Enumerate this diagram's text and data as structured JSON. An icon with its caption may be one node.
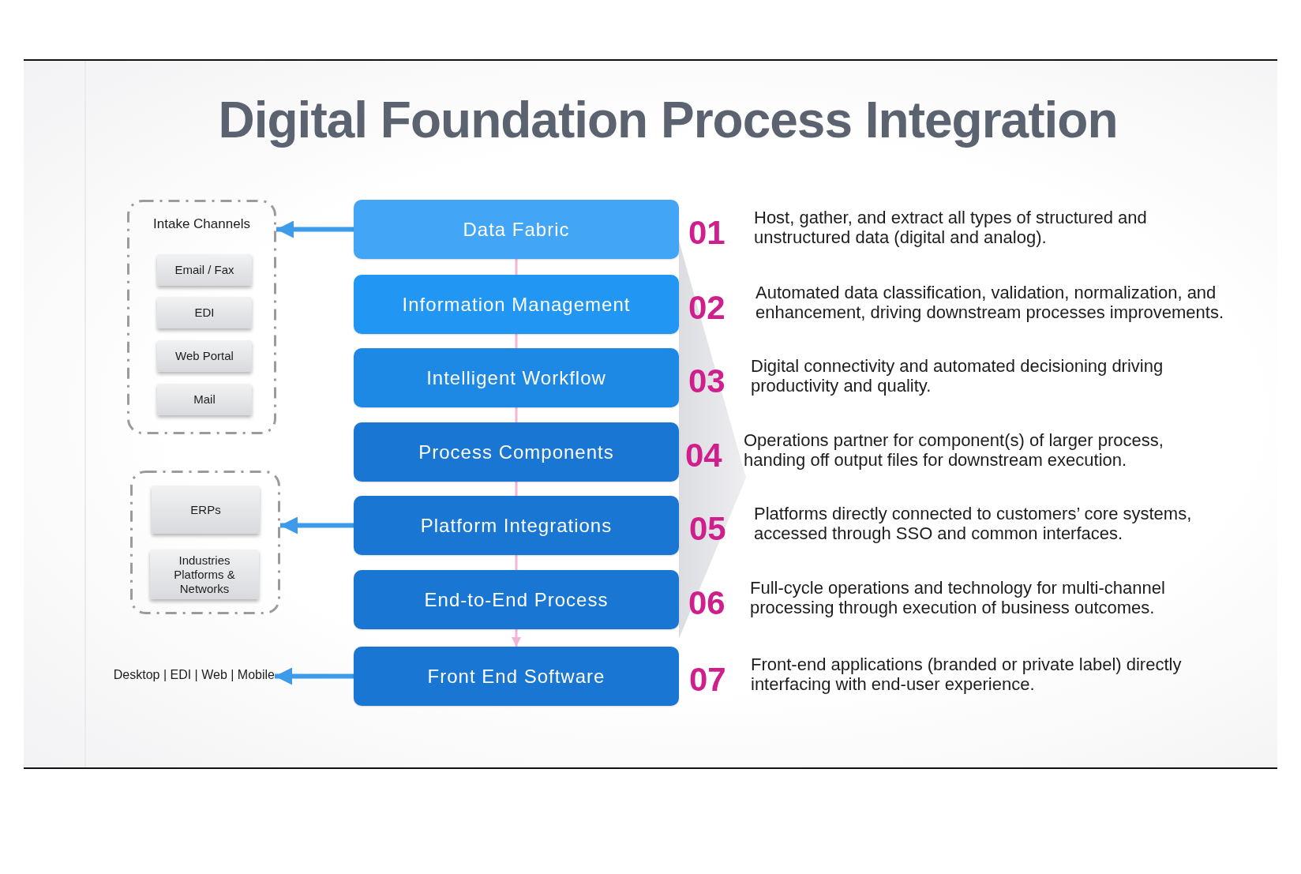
{
  "diagram": {
    "title": "Digital Foundation Process Integration",
    "nodes": [
      {
        "text": [
          "Intake Channels"
        ]
      },
      {
        "text": [
          "Email / Fax"
        ],
        "in": 0
      },
      {
        "text": [
          "EDI"
        ],
        "in": 0
      },
      {
        "text": [
          "Web Portal"
        ],
        "in": 0
      },
      {
        "text": [
          "Mail"
        ],
        "in": 0
      },
      {
        "text": [],
        "shape": "box"
      },
      {
        "text": [
          "ERPs"
        ],
        "in": 5
      },
      {
        "text": [
          "Industries Platforms & Networks"
        ],
        "in": 5
      },
      {
        "text": [
          "Desktop | EDI | Web | Mobile"
        ]
      },
      {
        "text": [
          "Data Fabric"
        ],
        "beside": [
          "01",
          "Host, gather, and extract all types of structured and unstructured data (digital and analog)."
        ]
      },
      {
        "text": [
          "Information Management"
        ],
        "beside": [
          "02",
          "Automated data classification, validation, normalization, and enhancement, driving downstream processes improvements."
        ]
      },
      {
        "text": [
          "Intelligent Workflow"
        ],
        "beside": [
          "03",
          "Digital connectivity and automated decisioning driving productivity and quality."
        ]
      },
      {
        "text": [
          "Process Components"
        ],
        "beside": [
          "04",
          "Operations partner for component(s) of larger process, handing off output files for downstream execution."
        ]
      },
      {
        "text": [
          "Platform Integrations"
        ],
        "beside": [
          "05",
          "Platforms directly connected to customers’ core systems, accessed through SSO and common interfaces."
        ]
      },
      {
        "text": [
          "End-to-End Process"
        ],
        "beside": [
          "06",
          "Full-cycle operations and technology for multi-channel processing through execution of business outcomes."
        ]
      },
      {
        "text": [
          "Front End Software"
        ],
        "beside": [
          "07",
          "Front-end applications (branded or private label) directly interfacing with end-user experience."
        ]
      }
    ],
    "edges": [
      {
        "from": 9,
        "to": 0,
        "arrow": "to",
        "style": "thick",
        "color": "#3d9be9"
      },
      {
        "from": 9,
        "to": 10,
        "arrow": "none"
      },
      {
        "from": 10,
        "to": 11,
        "arrow": "none"
      },
      {
        "from": 11,
        "to": 12,
        "arrow": "none"
      },
      {
        "from": 12,
        "to": 13,
        "arrow": "none"
      },
      {
        "from": 13,
        "to": 14,
        "arrow": "none"
      },
      {
        "from": 14,
        "to": 15,
        "arrow": "to"
      },
      {
        "from": 13,
        "to": 5,
        "arrow": "to",
        "style": "thick",
        "color": "#3d9be9"
      },
      {
        "from": 15,
        "to": 8,
        "arrow": "to",
        "style": "thick",
        "color": "#3d9be9"
      }
    ]
  }
}
